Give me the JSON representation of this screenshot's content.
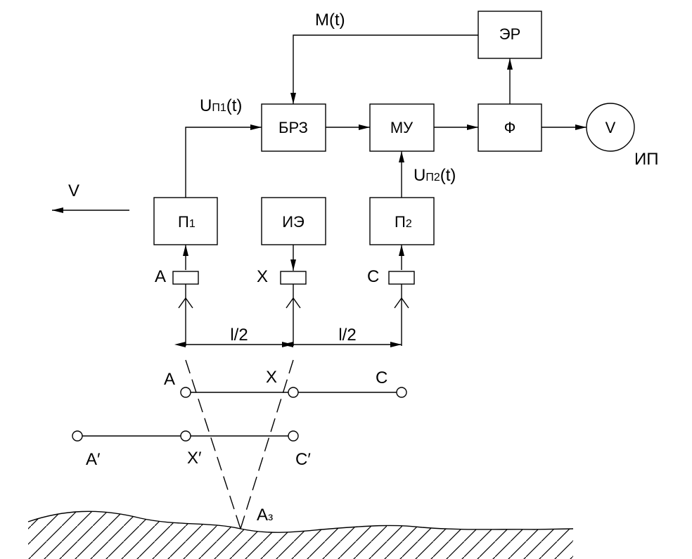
{
  "blocks": {
    "brz": "БРЗ",
    "mu": "МУ",
    "f": "Ф",
    "er": "ЭР",
    "p1": "П",
    "p1_sub": "1",
    "ie": "ИЭ",
    "p2": "П",
    "p2_sub": "2",
    "voltmeter": "V"
  },
  "signals": {
    "m": "M(t)",
    "up1_u": "U",
    "up1_sub": "П1",
    "up1_t": "(t)",
    "up2_u": "U",
    "up2_sub": "П2",
    "up2_t": "(t)"
  },
  "labels": {
    "ip": "ИП",
    "velocity": "V",
    "sensor_a": "A",
    "sensor_x": "X",
    "sensor_c": "C",
    "half_left": "l/2",
    "half_right": "l/2",
    "pos_a": "A",
    "pos_x": "X",
    "pos_c": "C",
    "pos_a2": "A′",
    "pos_x2": "X′",
    "pos_c2": "C′",
    "target_main": "A",
    "target_sub": "з"
  }
}
